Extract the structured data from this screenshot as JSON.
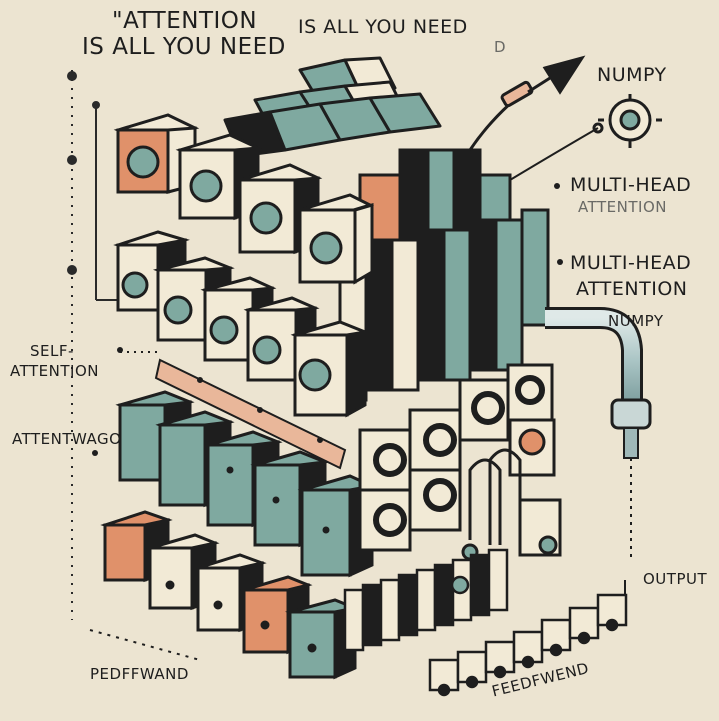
{
  "labels": {
    "title_line1": "\"ATTENTION",
    "title_line2": "IS ALL YOU NEED",
    "title_right": "IS ALL YOU NEED",
    "title_right_tail": "D",
    "numpy_top": "NUMPY",
    "multihead_1": "MULTI-HEAD",
    "multihead_1_sub": "ATTENTION",
    "multihead_2": "MULTI-HEAD",
    "multihead_2_sub": "ATTENTION",
    "numpy_mid": "NUMPY",
    "self_attention_1": "SELF-",
    "self_attention_2": "ATTENTION",
    "attentwago": "ATTENTWAGO",
    "output": "OUTPUT",
    "feedforward_left": "PEDFFWAND",
    "feedforward_right": "FEEDFWEND"
  },
  "colors": {
    "background": "#ece4d1",
    "teal": "#7fa9a0",
    "cream": "#f2ead6",
    "orange": "#e0916a",
    "ink": "#1e1e1e",
    "pipe": "#b9cfcf"
  }
}
